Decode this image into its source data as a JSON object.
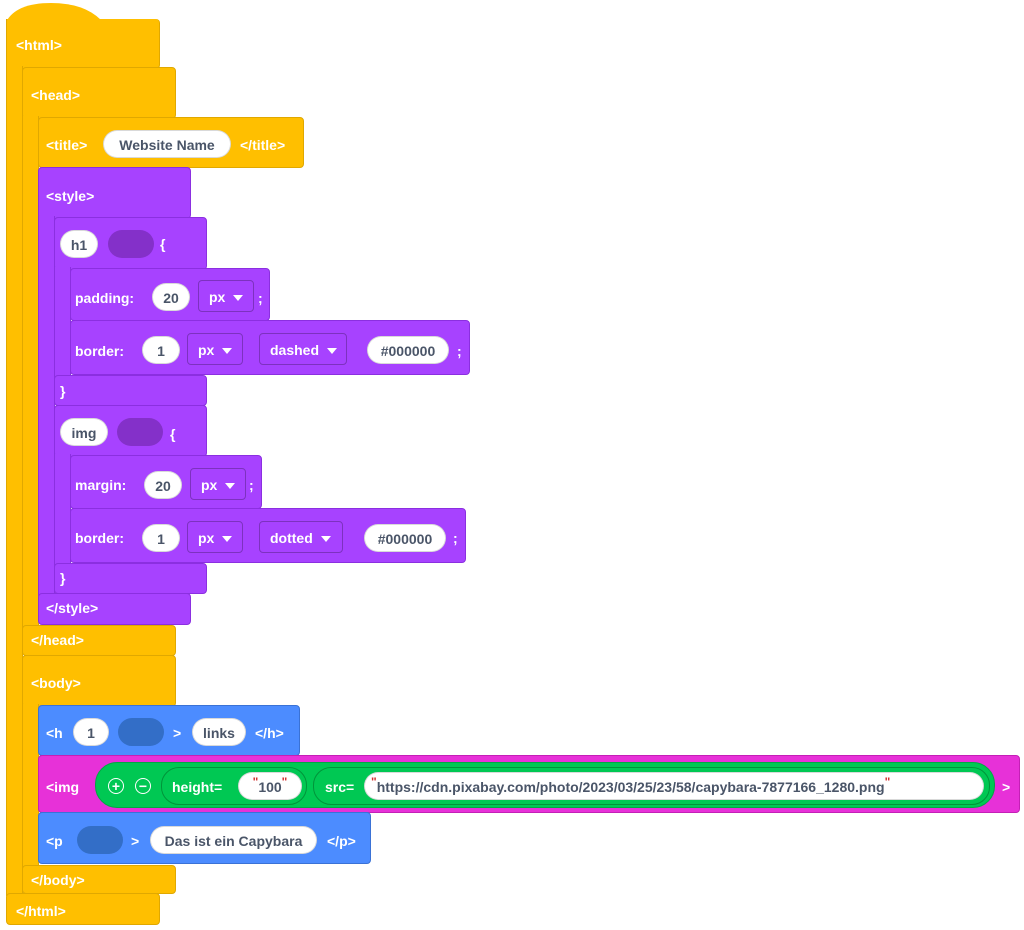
{
  "html_block": {
    "open": "<html>",
    "close": "</html>"
  },
  "head_block": {
    "open": "<head>",
    "close": "</head>"
  },
  "title_block": {
    "open": "<title>",
    "value": "Website Name",
    "close": "</title>"
  },
  "style_block": {
    "open": "<style>",
    "close": "</style>",
    "rules": [
      {
        "selector": "h1",
        "open_brace": "{",
        "close_brace": "}",
        "declarations": [
          {
            "property": "padding:",
            "value": "20",
            "unit": "px",
            "semicolon": ";"
          },
          {
            "property": "border:",
            "value": "1",
            "unit": "px",
            "style": "dashed",
            "color": "#000000",
            "semicolon": ";"
          }
        ]
      },
      {
        "selector": "img",
        "open_brace": "{",
        "close_brace": "}",
        "declarations": [
          {
            "property": "margin:",
            "value": "20",
            "unit": "px",
            "semicolon": ";"
          },
          {
            "property": "border:",
            "value": "1",
            "unit": "px",
            "style": "dotted",
            "color": "#000000",
            "semicolon": ";"
          }
        ]
      }
    ]
  },
  "body_block": {
    "open": "<body>",
    "close": "</body>",
    "h": {
      "open": "<h",
      "level": "1",
      "gt": ">",
      "text": "links",
      "close": "</h>"
    },
    "img": {
      "open": "<img",
      "plus_icon": "+",
      "minus_icon": "−",
      "attrs": [
        {
          "name": "height=",
          "value": "100"
        },
        {
          "name": "src=",
          "value": "https://cdn.pixabay.com/photo/2023/03/25/23/58/capybara-7877166_1280.png"
        }
      ],
      "quote": "\"",
      "gt": ">"
    },
    "p": {
      "open": "<p",
      "gt": ">",
      "text": "Das ist ein Capybara",
      "close": "</p>"
    }
  },
  "colors": {
    "structure": "#ffbf00",
    "css": "#a742ff",
    "text_element": "#4c8cff",
    "media_element": "#e731d8",
    "attributes": "#00c853"
  }
}
